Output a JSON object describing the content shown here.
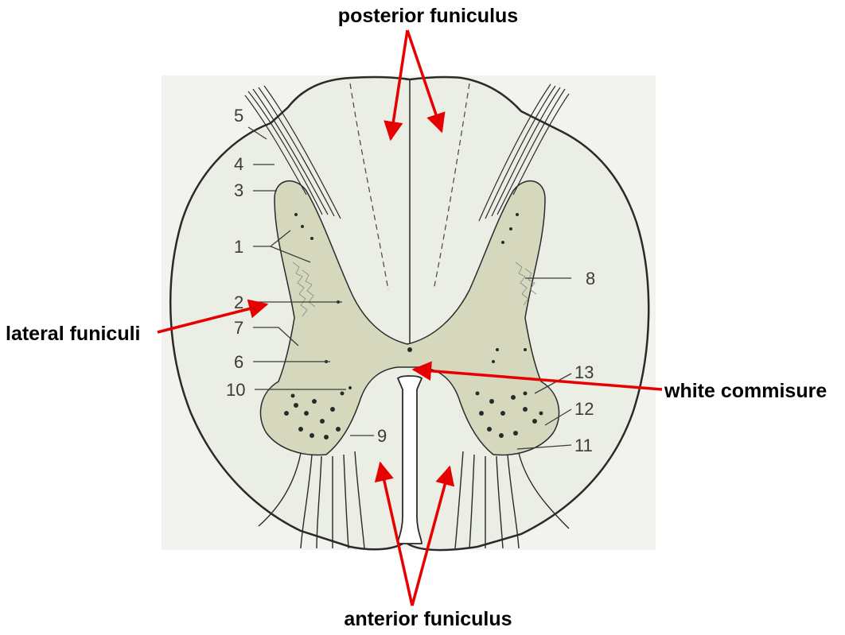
{
  "callouts": {
    "posterior": "posterior funiculus",
    "lateral": "lateral funiculi",
    "white_commissure": "white commisure",
    "anterior": "anterior funiculus"
  },
  "numbers": [
    "1",
    "2",
    "3",
    "4",
    "5",
    "6",
    "7",
    "8",
    "9",
    "10",
    "11",
    "12",
    "13"
  ],
  "colors": {
    "arrow": "#e60000",
    "white_matter": "#ebeee4",
    "grey_matter": "#d6d8be",
    "panel_bg": "#f2f3ee",
    "outline": "#2a2a2a"
  }
}
